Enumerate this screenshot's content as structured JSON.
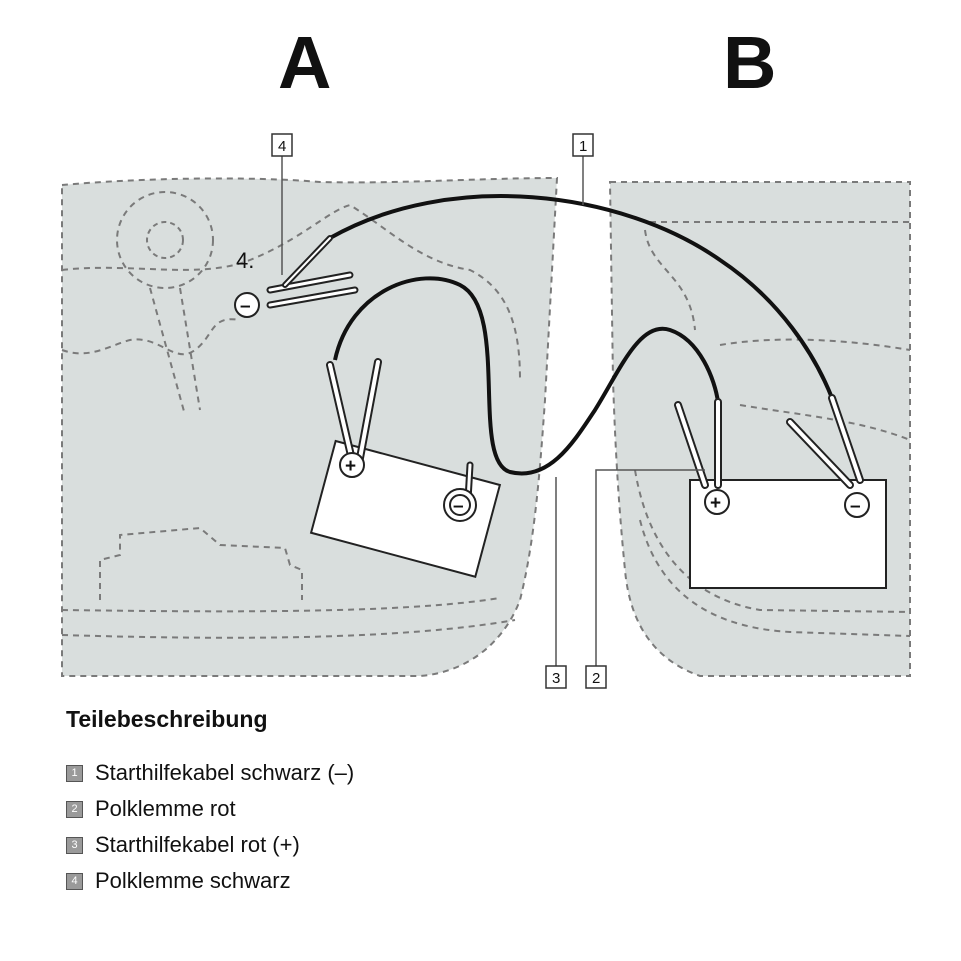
{
  "diagram": {
    "vehicle_a": "A",
    "vehicle_b": "B",
    "step_label": "4.",
    "callouts": {
      "one": "1",
      "two": "2",
      "three": "3",
      "four": "4"
    },
    "terminal_plus": "+",
    "terminal_minus": "–"
  },
  "legend": {
    "title": "Teilebeschreibung",
    "items": [
      {
        "num": "1",
        "label": "Starthilfekabel schwarz (–)"
      },
      {
        "num": "2",
        "label": "Polklemme rot"
      },
      {
        "num": "3",
        "label": "Starthilfekabel rot (+)"
      },
      {
        "num": "4",
        "label": "Polklemme schwarz"
      }
    ]
  }
}
